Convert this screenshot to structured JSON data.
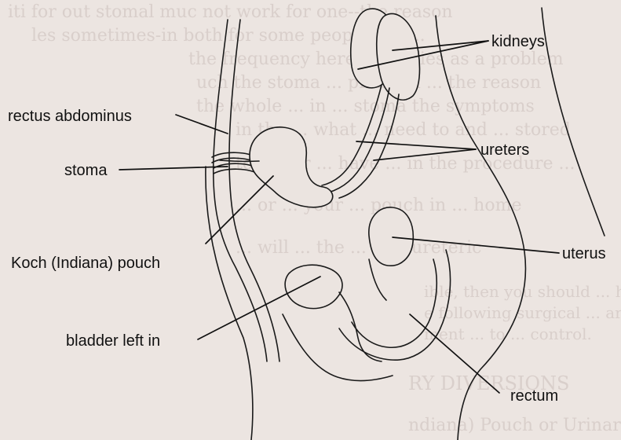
{
  "figure": {
    "background_color": "#ece5e1",
    "ink_color": "#1a1a1a",
    "show_through_color": "#d9cfcb",
    "labels": {
      "kidneys": "kidneys",
      "rectus": "rectus abdominus",
      "ureters": "ureters",
      "stoma": "stoma",
      "uterus": "uterus",
      "koch": "Koch (Indiana) pouch",
      "bladder": "bladder left in",
      "rectum": "rectum"
    }
  },
  "show_through": {
    "line1": "iti for out stomal muc not work for one--the reason",
    "line2": "les sometimes-in both for some people but ...",
    "line3": "the frequency here ... stadies as a problem",
    "line4": "uch the stoma ... problem ... the reason",
    "line5": "the whole ... in ... stoma the symptoms",
    "line6": "in the ... what ... need to and ... stored",
    "line7": "to either ... have ... in the procedure ...",
    "line8": "... or ... your ... pouch in ... home",
    "line9": "... will ... the ... if ... ureteric",
    "line10": "ible, then you should ... have ... surgery.",
    "line11": "e following surgical ... are the most common",
    "line12": "ment ... to ... control.",
    "heading": "RY DIVERSIONS",
    "line13": "ndiana) Pouch or Urinary Conduit"
  }
}
